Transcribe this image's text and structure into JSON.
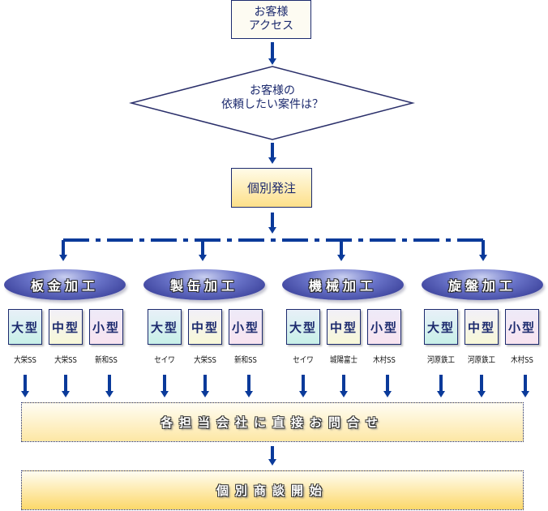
{
  "flow": {
    "start": {
      "line1": "お客様",
      "line2": "アクセス"
    },
    "decision": {
      "line1": "お客様の",
      "line2": "依頼したい案件は？"
    },
    "order": {
      "label": "個別発注"
    },
    "categories": [
      {
        "label": "板金加工",
        "sizes": [
          {
            "label": "大型",
            "company": "大栄SS"
          },
          {
            "label": "中型",
            "company": "大栄SS"
          },
          {
            "label": "小型",
            "company": "新和SS"
          }
        ]
      },
      {
        "label": "製缶加工",
        "sizes": [
          {
            "label": "大型",
            "company": "セイワ"
          },
          {
            "label": "中型",
            "company": "大栄SS"
          },
          {
            "label": "小型",
            "company": "新和SS"
          }
        ]
      },
      {
        "label": "機械加工",
        "sizes": [
          {
            "label": "大型",
            "company": "セイワ"
          },
          {
            "label": "中型",
            "company": "城陽富士"
          },
          {
            "label": "小型",
            "company": "木村SS"
          }
        ]
      },
      {
        "label": "旋盤加工",
        "sizes": [
          {
            "label": "大型",
            "company": "河原鉄工"
          },
          {
            "label": "中型",
            "company": "河原鉄工"
          },
          {
            "label": "小型",
            "company": "木村SS"
          }
        ]
      }
    ],
    "contact": {
      "label": "各担当会社に直接お問合せ"
    },
    "negotiation": {
      "label": "個別商談開始"
    }
  },
  "colors": {
    "arrow": "#0a3a9a",
    "border": "#1c2a6e"
  }
}
